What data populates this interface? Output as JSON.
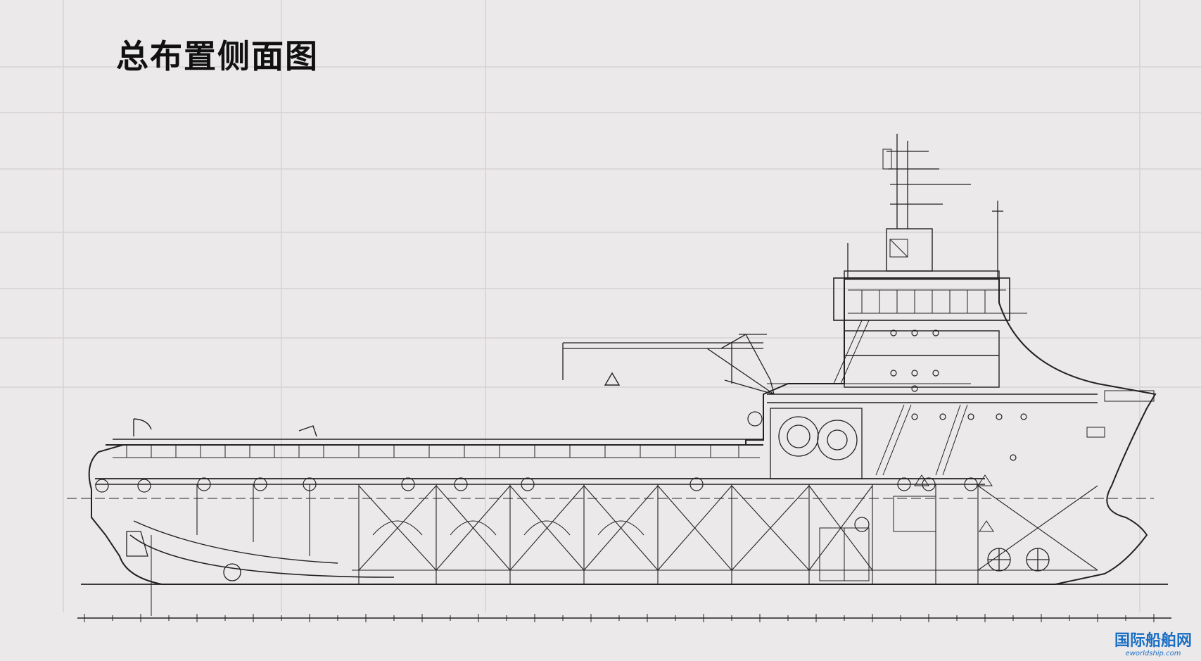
{
  "drawing": {
    "title": "总布置侧面图"
  },
  "watermark": {
    "name": "国际船舶网",
    "url": "eworldship.com"
  },
  "colors": {
    "background": "#ece9ea",
    "line": "#222222",
    "logo": "#1a6fc4"
  }
}
